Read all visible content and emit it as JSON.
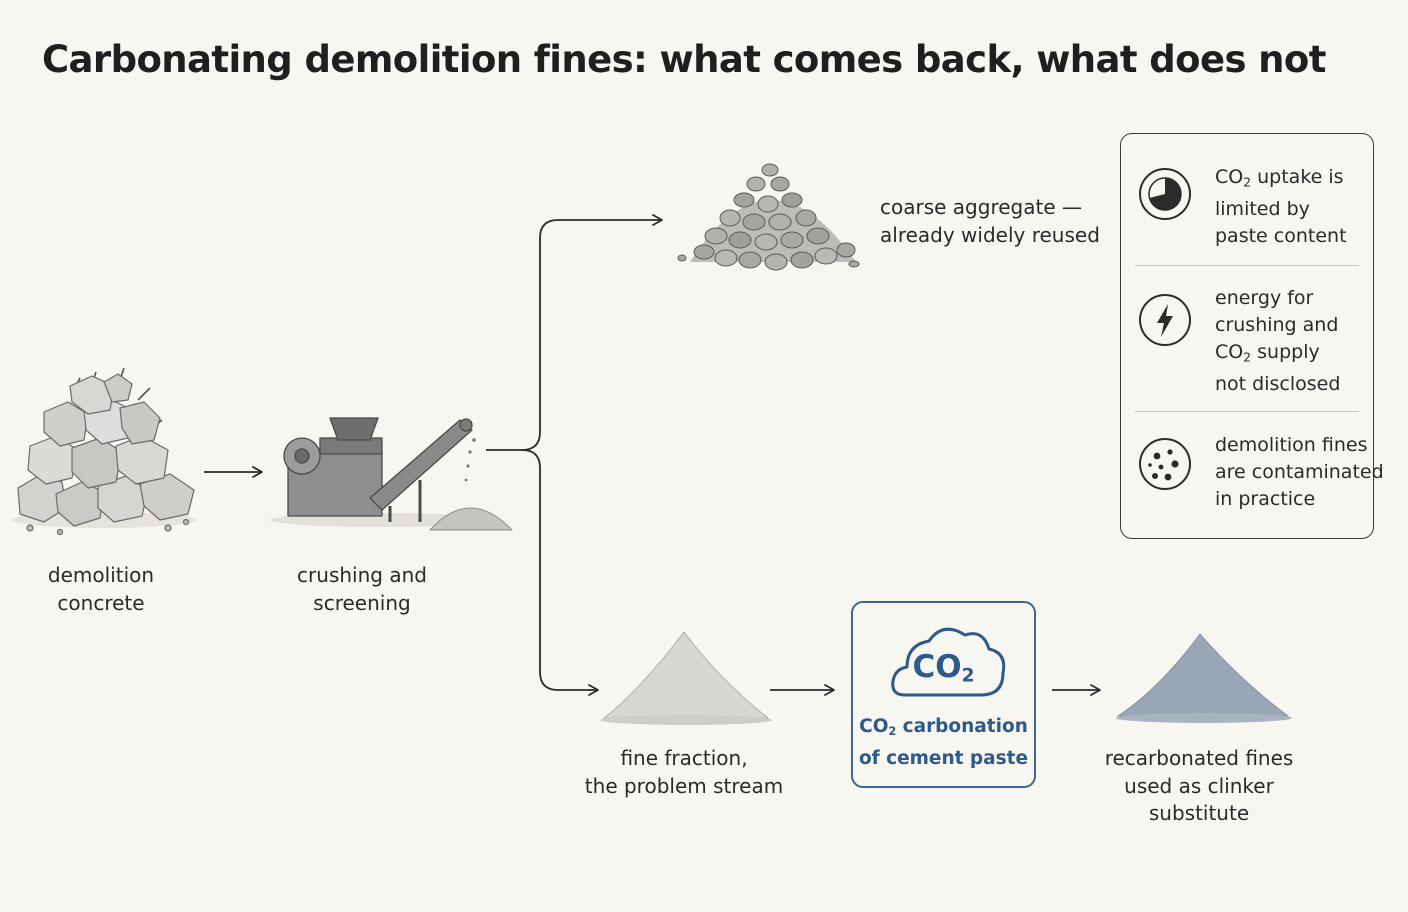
{
  "title": "Carbonating demolition fines: what comes back, what does not",
  "stages": {
    "demolition_concrete": {
      "line1": "demolition",
      "line2": "concrete"
    },
    "crushing": {
      "line1": "crushing and",
      "line2": "screening"
    },
    "coarse": {
      "line1": "coarse aggregate —",
      "line2": "already widely reused"
    },
    "fine": {
      "line1": "fine fraction,",
      "line2": "the problem stream"
    },
    "carbonation": {
      "cloud_co": "CO",
      "cloud_sub": "2",
      "line1_co": "CO",
      "line1_sub": "2",
      "line1_rest": " carbonation",
      "line2": "of cement paste"
    },
    "recarbonated": {
      "line1": "recarbonated fines",
      "line2": "used as clinker",
      "line3": "substitute"
    }
  },
  "caveats": [
    {
      "icon": "pie-chart-icon",
      "line1_co": "CO",
      "line1_sub": "2",
      "line1_rest": " uptake is",
      "line2": "limited by",
      "line3": "paste content"
    },
    {
      "icon": "lightning-bolt-icon",
      "line1": "energy for",
      "line2": "crushing and",
      "line3_co": "CO",
      "line3_sub": "2",
      "line3_rest": " supply",
      "line4": "not disclosed"
    },
    {
      "icon": "contaminant-dots-icon",
      "line1": "demolition fines",
      "line2": "are contaminated",
      "line3": "in practice"
    }
  ],
  "colors": {
    "accent_blue": "#2c5a8a",
    "text": "#262626",
    "background": "#f8f6f1",
    "concrete_gray": "#b5b5b3",
    "recarbonated_blue_gray": "#8f9cae"
  }
}
